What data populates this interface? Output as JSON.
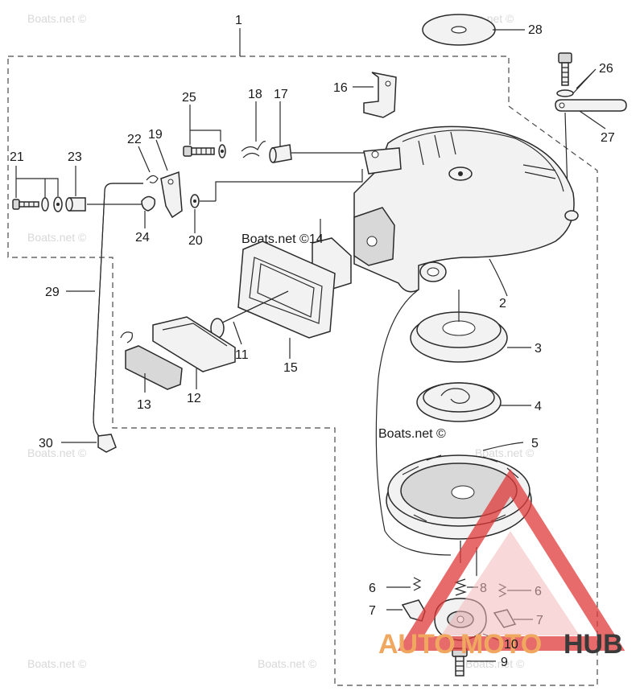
{
  "watermarks": {
    "site": "Boats.net ©",
    "inline_1": "Boats.net ©14",
    "inline_2": "Boats.net ©"
  },
  "labels": {
    "p1": "1",
    "p2": "2",
    "p3": "3",
    "p4": "4",
    "p5": "5",
    "p6a": "6",
    "p6b": "6",
    "p7a": "7",
    "p7b": "7",
    "p8": "8",
    "p9": "9",
    "p10": "10",
    "p11": "11",
    "p12": "12",
    "p13": "13",
    "p15": "15",
    "p16": "16",
    "p17": "17",
    "p18": "18",
    "p19": "19",
    "p20": "20",
    "p21": "21",
    "p22": "22",
    "p23": "23",
    "p24": "24",
    "p25": "25",
    "p26": "26",
    "p27": "27",
    "p28": "28",
    "p29": "29",
    "p30": "30"
  },
  "logo": {
    "text_a": "AUTO",
    "text_b": "MOTO",
    "text_c": "HUB",
    "accent": "#e03a3a",
    "dark": "#3a3a3a",
    "gold": "#f0a860"
  },
  "colors": {
    "line": "#2a2a2a",
    "watermark": "#d8d8d8"
  }
}
